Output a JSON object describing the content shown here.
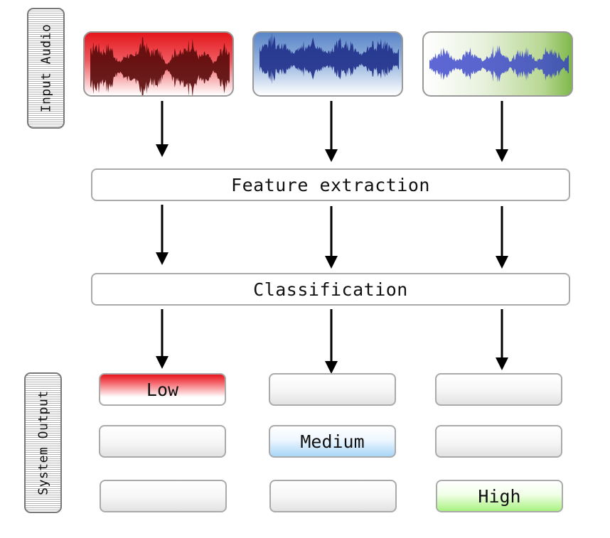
{
  "side_labels": {
    "input": "Input Audio",
    "output": "System Output"
  },
  "audio_inputs": [
    {
      "color": "#e8181c",
      "wave_color": "#5a0a0a"
    },
    {
      "color": "#5b86c9",
      "wave_color": "#1f2f8a"
    },
    {
      "color": "#7fb84a",
      "wave_color": "#2a35c8"
    }
  ],
  "stages": {
    "feature": "Feature extraction",
    "classification": "Classification"
  },
  "outputs": {
    "low": "Low",
    "medium": "Medium",
    "high": "High"
  }
}
